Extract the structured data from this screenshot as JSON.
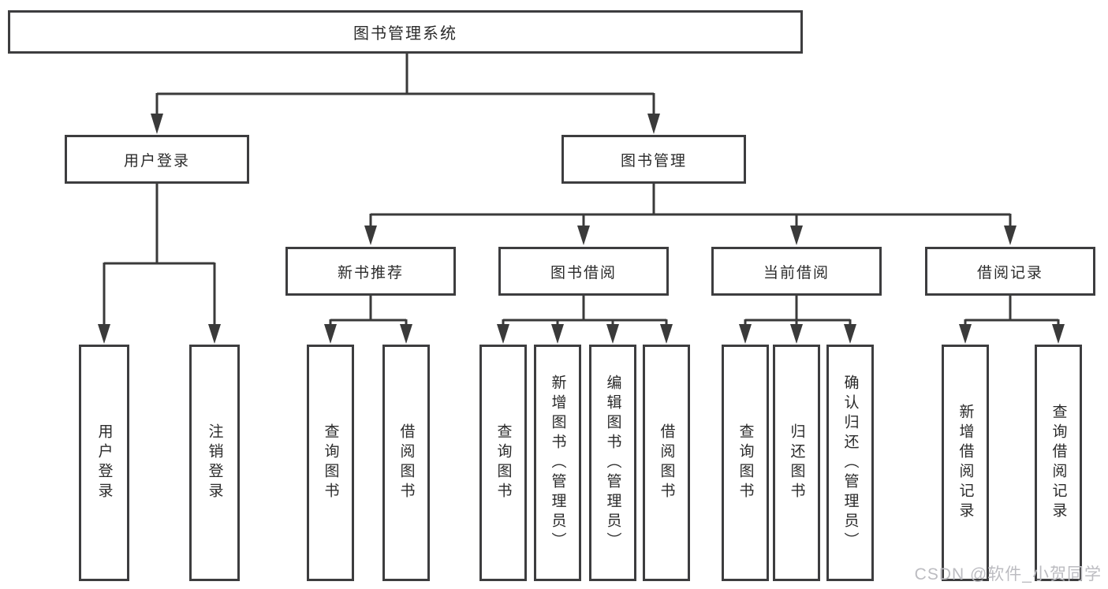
{
  "diagram": {
    "title": "图书管理系统",
    "root": {
      "label": "图书管理系统"
    },
    "level2": {
      "user_login": {
        "label": "用户登录"
      },
      "book_mgmt": {
        "label": "图书管理"
      }
    },
    "level3": {
      "new_books": {
        "label": "新书推荐"
      },
      "book_borrow": {
        "label": "图书借阅"
      },
      "current_borrow": {
        "label": "当前借阅"
      },
      "borrow_records": {
        "label": "借阅记录"
      }
    },
    "leaves": {
      "user": [
        "用户登录",
        "注销登录"
      ],
      "new_books": [
        "查询图书",
        "借阅图书"
      ],
      "book_borrow": [
        "查询图书",
        "新增图书（管理员）",
        "编辑图书（管理员）",
        "借阅图书"
      ],
      "current_borrow": [
        "查询图书",
        "归还图书",
        "确认归还（管理员）"
      ],
      "borrow_records": [
        "新增借阅记录",
        "查询借阅记录"
      ]
    },
    "colors": {
      "line": "#3a3a3a",
      "box_border": "#3d3d3f",
      "text": "#2b2b2b",
      "watermark": "#bcbcc1"
    }
  },
  "watermark": {
    "text": "CSDN @软件_小贺同学"
  }
}
